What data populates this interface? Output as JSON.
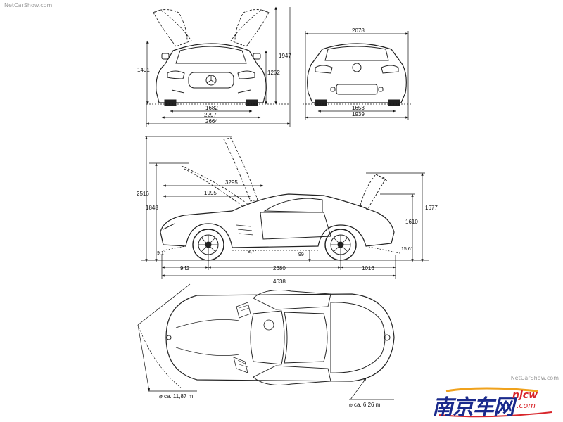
{
  "watermarks": {
    "top_left": "NetCarShow.com",
    "bottom_right": "NetCarShow.com"
  },
  "logo": {
    "text": "南京车网",
    "sub": "njcw",
    "com": ".com"
  },
  "front_view": {
    "total_height": "1947",
    "height": "1491",
    "height_inner": "1262",
    "track": "1682",
    "width": "2297",
    "width_doors_open": "2664"
  },
  "rear_view": {
    "width": "2078",
    "track": "1653",
    "width_mirrors": "1939"
  },
  "side_view": {
    "height_doors_open": "2516",
    "height_hood_open": "1848",
    "length_hood": "3295",
    "hood_to_axle": "1995",
    "height_trunk_open": "1677",
    "height_trunk": "1610",
    "front_overhang": "942",
    "wheelbase": "2680",
    "rear_overhang": "1016",
    "total_length": "4638",
    "approach_angle": "9,1°",
    "departure_angle": "15,6°",
    "ramp_angle": "8,7°",
    "ground_clearance": "99"
  },
  "top_view": {
    "turning_circle": "⌀ ca. 11,87 m",
    "turning_circle_small": "⌀ ca. 6,26 m"
  }
}
